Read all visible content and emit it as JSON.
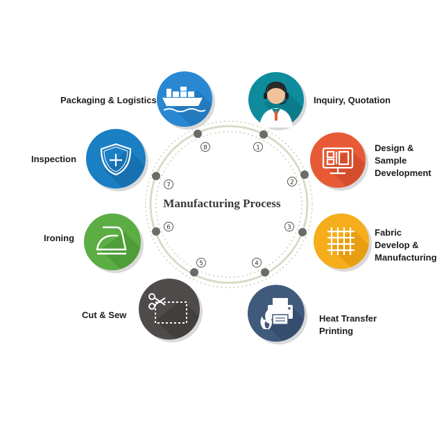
{
  "diagram": {
    "title": "Manufacturing Process",
    "colors": {
      "ring": "#d6dcc6",
      "ring_dots": "#c5cdb1",
      "dot": "#6b6b6b",
      "shadow": "#d9d9d9"
    },
    "steps": [
      {
        "number": "1",
        "label_lines": [
          "Inquiry, Quotation"
        ],
        "icon": "headset-agent-icon",
        "color": "#0e8c9d",
        "shade": "#0b6f7d"
      },
      {
        "number": "2",
        "label_lines": [
          "Design &",
          "Sample",
          "Development"
        ],
        "icon": "monitor-design-icon",
        "color": "#e85a36",
        "shade": "#c44424"
      },
      {
        "number": "3",
        "label_lines": [
          "Fabric",
          "Develop &",
          "Manufacturing"
        ],
        "icon": "fabric-weave-icon",
        "color": "#f5ad1b",
        "shade": "#d98f06"
      },
      {
        "number": "4",
        "label_lines": [
          "Heat Transfer",
          "Printing"
        ],
        "icon": "printer-icon",
        "color": "#405a7c",
        "shade": "#2e4565"
      },
      {
        "number": "5",
        "label_lines": [
          "Cut & Sew"
        ],
        "icon": "scissors-icon",
        "color": "#4f4b4a",
        "shade": "#3a3736"
      },
      {
        "number": "6",
        "label_lines": [
          "Ironing"
        ],
        "icon": "iron-icon",
        "color": "#5cad43",
        "shade": "#468f31"
      },
      {
        "number": "7",
        "label_lines": [
          "Inspection"
        ],
        "icon": "shield-plus-icon",
        "color": "#1b7fc4",
        "shade": "#1466a0"
      },
      {
        "number": "8",
        "label_lines": [
          "Packaging & Logistics"
        ],
        "icon": "cargo-ship-icon",
        "color": "#2a88d2",
        "shade": "#1e6fae"
      }
    ]
  }
}
